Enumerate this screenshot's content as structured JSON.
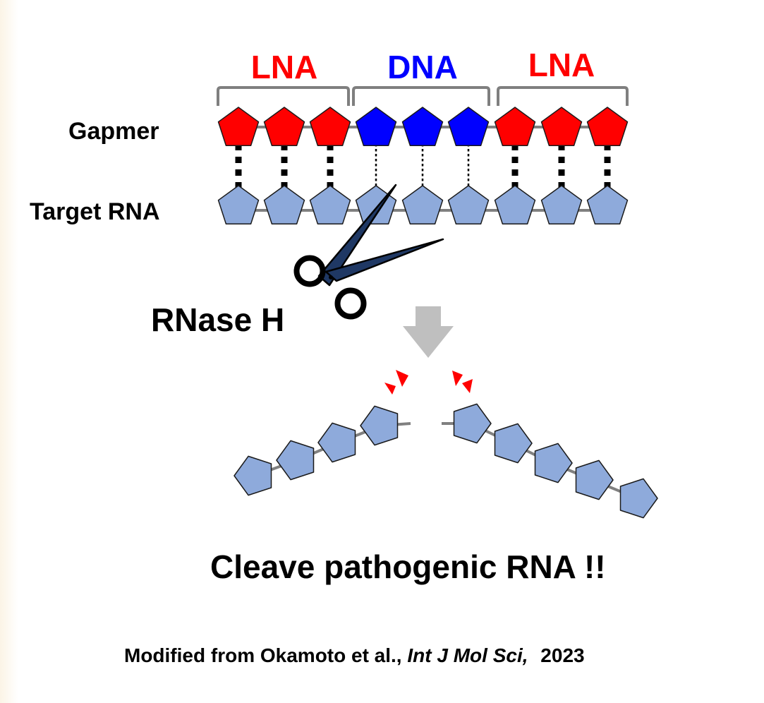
{
  "colors": {
    "background": "#ffffff",
    "left_edge_tint": "#fbf4e6",
    "lna": "#ff0000",
    "dna": "#0000ff",
    "rna": "#8eaadb",
    "outline": "#1a1a1a",
    "bracket": "#7f7f7f",
    "arrow": "#bfbfbf",
    "scissors": "#1f3864",
    "spark": "#ff0000"
  },
  "labels": {
    "segment_1": "LNA",
    "segment_2": "DNA",
    "segment_3": "LNA",
    "gapmer": "Gapmer",
    "target_rna": "Target RNA",
    "enzyme": "RNase H",
    "result": "Cleave pathogenic RNA !!",
    "citation_prefix": "Modified from Okamoto et al., ",
    "citation_journal": "Int J Mol Sci,",
    "citation_year": "2023"
  },
  "gapmer_units": [
    "LNA",
    "LNA",
    "LNA",
    "DNA",
    "DNA",
    "DNA",
    "LNA",
    "LNA",
    "LNA"
  ],
  "target_units": [
    "RNA",
    "RNA",
    "RNA",
    "RNA",
    "RNA",
    "RNA",
    "RNA",
    "RNA",
    "RNA"
  ],
  "pairings": [
    "strong",
    "strong",
    "strong",
    "weak",
    "weak",
    "weak",
    "strong",
    "strong",
    "strong"
  ],
  "icons": {
    "scissors": "scissors-icon",
    "arrow": "down-arrow-icon"
  }
}
